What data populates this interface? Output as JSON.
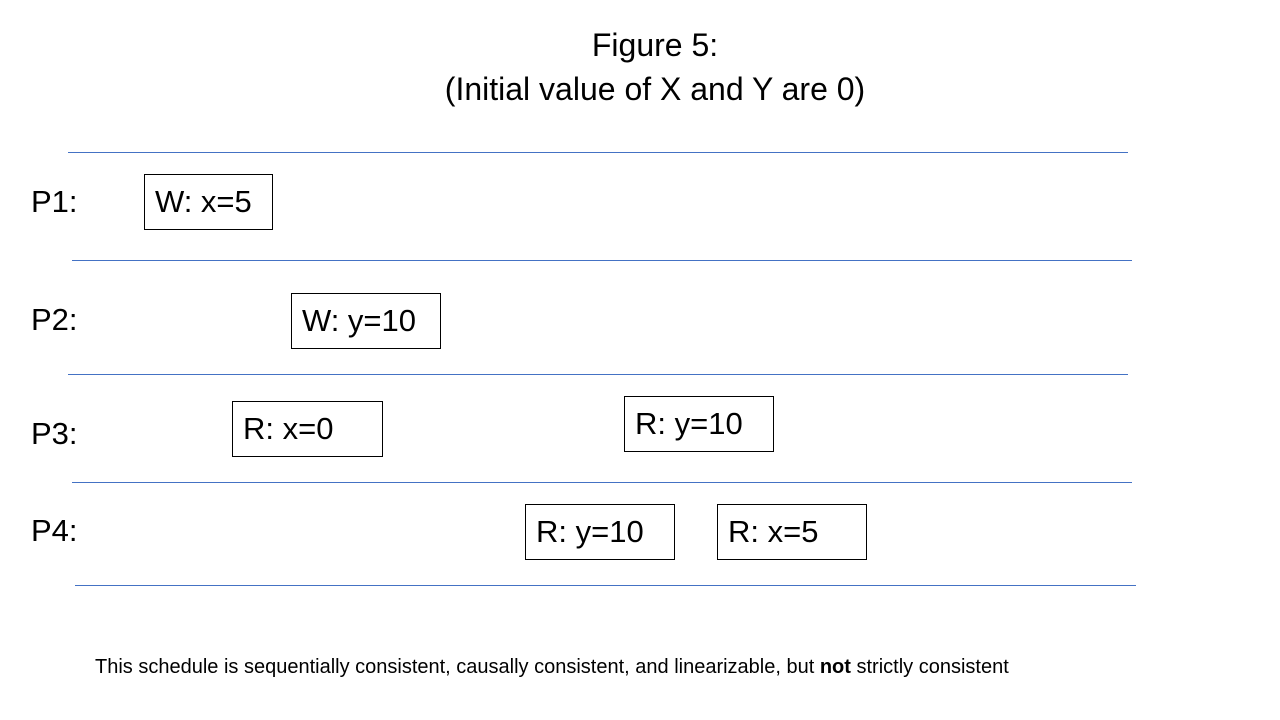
{
  "title": {
    "line1": "Figure 5:",
    "line2": "(Initial value of X and Y are 0)"
  },
  "processes": [
    {
      "label": "P1:",
      "ops": [
        "W: x=5"
      ]
    },
    {
      "label": "P2:",
      "ops": [
        "W: y=10"
      ]
    },
    {
      "label": "P3:",
      "ops": [
        "R: x=0",
        "R: y=10"
      ]
    },
    {
      "label": "P4:",
      "ops": [
        "R: y=10",
        "R: x=5"
      ]
    }
  ],
  "caption": {
    "before": "This schedule is sequentially consistent, causally consistent, and linearizable, but ",
    "emphasis": "not",
    "after": " strictly consistent"
  },
  "colors": {
    "divider": "#4472c4",
    "text": "#000000",
    "box_border": "#000000",
    "background": "#ffffff"
  }
}
